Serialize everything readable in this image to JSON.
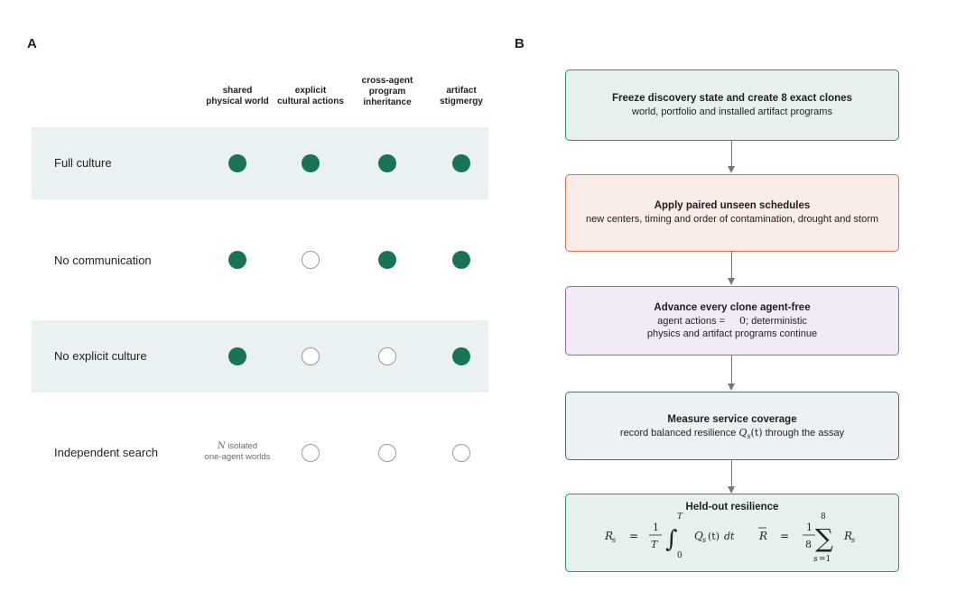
{
  "panels": {
    "a": "A",
    "b": "B"
  },
  "table": {
    "columns": [
      {
        "line1": "shared",
        "line2": "physical world"
      },
      {
        "line1": "explicit",
        "line2": "cultural actions"
      },
      {
        "line1": "cross-agent",
        "line2": "program",
        "line3": "inheritance"
      },
      {
        "line1": "artifact",
        "line2": "stigmergy"
      }
    ],
    "rows": [
      {
        "label": "Full culture",
        "shaded": true,
        "values": [
          true,
          true,
          true,
          true
        ]
      },
      {
        "label": "No communication",
        "shaded": false,
        "values": [
          true,
          false,
          true,
          true
        ]
      },
      {
        "label": "No explicit culture",
        "shaded": true,
        "values": [
          true,
          false,
          false,
          true
        ]
      },
      {
        "label": "Independent search",
        "shaded": false,
        "values": [
          null,
          false,
          false,
          false
        ]
      }
    ],
    "not_applicable": {
      "var": "N",
      "text1": " isolated",
      "text2": "one-agent worlds"
    }
  },
  "flow": {
    "step1": {
      "title": "Freeze discovery state and create 8 exact clones",
      "sub": "world, portfolio and installed artifact programs"
    },
    "step2": {
      "title": "Apply paired unseen schedules",
      "sub": "new centers, timing and order of contamination, drought and storm"
    },
    "step3": {
      "title": "Advance every clone agent-free",
      "sub_a": "agent actions =",
      "sub_zero": "0",
      "sub_b": "; deterministic",
      "sub2": "physics and artifact programs continue"
    },
    "step4": {
      "title": "Measure service coverage",
      "sub_pre": "record balanced resilience",
      "sub_sym": "Q",
      "sub_sub": "s",
      "sub_arg": "(t)",
      "sub_post": "through the assay"
    },
    "step5": {
      "title": "Held-out resilience"
    }
  },
  "colors": {
    "filled_dot": "#1a7356",
    "band": "#e9f1f3",
    "step1_border": "#2f8f6f",
    "step1_fill": "#e6f1ec",
    "step2_border": "#d9745c",
    "step2_fill": "#f9ece6",
    "step3_border": "#9966bd",
    "step3_fill": "#f2eaf7",
    "step4_border": "#4e6e7a",
    "step4_fill": "#ecf2f4",
    "step5_border": "#2f8f6f",
    "step5_fill": "#e6f1ec"
  }
}
